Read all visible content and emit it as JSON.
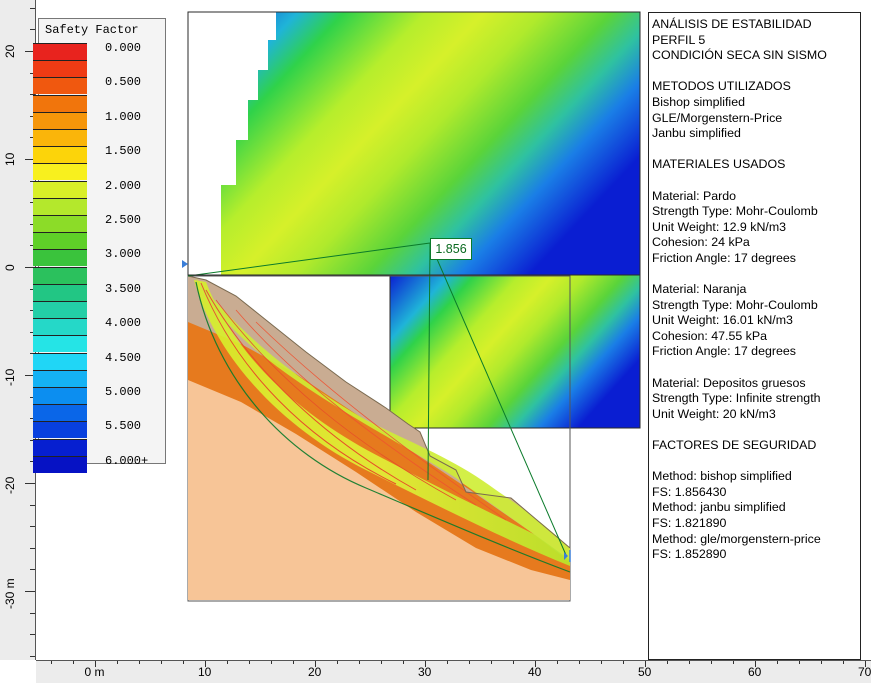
{
  "legend": {
    "title": "Safety Factor",
    "entries": [
      {
        "label": "0.000",
        "color": "#e8231e"
      },
      {
        "label": "",
        "color": "#ef3b14"
      },
      {
        "label": "0.500",
        "color": "#f0580f"
      },
      {
        "label": "",
        "color": "#f1750c"
      },
      {
        "label": "1.000",
        "color": "#f6960a"
      },
      {
        "label": "",
        "color": "#fab50a"
      },
      {
        "label": "1.500",
        "color": "#fcd40a"
      },
      {
        "label": "",
        "color": "#f8f01e"
      },
      {
        "label": "2.000",
        "color": "#d9ef28"
      },
      {
        "label": "",
        "color": "#b4e82c"
      },
      {
        "label": "2.500",
        "color": "#8cdc28"
      },
      {
        "label": "",
        "color": "#5fd028"
      },
      {
        "label": "3.000",
        "color": "#3ac33c"
      },
      {
        "label": "",
        "color": "#2bc15d"
      },
      {
        "label": "3.500",
        "color": "#22c684"
      },
      {
        "label": "",
        "color": "#23cfa7"
      },
      {
        "label": "4.000",
        "color": "#25d8c8"
      },
      {
        "label": "",
        "color": "#25e4e6"
      },
      {
        "label": "4.500",
        "color": "#20d6f6"
      },
      {
        "label": "",
        "color": "#15b2f4"
      },
      {
        "label": "5.000",
        "color": "#0c8ef0"
      },
      {
        "label": "",
        "color": "#0a66e8"
      },
      {
        "label": "5.500",
        "color": "#0840de"
      },
      {
        "label": "",
        "color": "#061fd0"
      },
      {
        "label": "6.000+",
        "color": "#0612c4"
      }
    ]
  },
  "axes": {
    "y_ticks": [
      {
        "label": "20",
        "v": 20
      },
      {
        "label": "10",
        "v": 10
      },
      {
        "label": "0",
        "v": 0
      },
      {
        "label": "-10",
        "v": -10
      },
      {
        "label": "-20",
        "v": -20
      },
      {
        "label": "-30 m",
        "v": -30
      }
    ],
    "x_ticks": [
      {
        "label": "0 m",
        "v": 0
      },
      {
        "label": "10",
        "v": 10
      },
      {
        "label": "20",
        "v": 20
      },
      {
        "label": "30",
        "v": 30
      },
      {
        "label": "40",
        "v": 40
      },
      {
        "label": "50",
        "v": 50
      },
      {
        "label": "60",
        "v": 60
      },
      {
        "label": "70",
        "v": 70
      }
    ]
  },
  "critical_fs_label": "1.856",
  "info": {
    "lines": [
      "ANÁLISIS DE ESTABILIDAD",
      "PERFIL 5",
      "CONDICIÓN SECA SIN SISMO",
      "",
      "METODOS UTILIZADOS",
      "Bishop simplified",
      "GLE/Morgenstern-Price",
      "Janbu simplified",
      "",
      "MATERIALES USADOS",
      "",
      "Material: Pardo",
      "Strength Type: Mohr-Coulomb",
      "Unit Weight: 12.9 kN/m3",
      "Cohesion: 24 kPa",
      "Friction Angle: 17 degrees",
      "",
      "Material: Naranja",
      "Strength Type: Mohr-Coulomb",
      "Unit Weight: 16.01 kN/m3",
      "Cohesion: 47.55 kPa",
      "Friction Angle: 17 degrees",
      "",
      "Material: Depositos gruesos",
      "Strength Type: Infinite strength",
      "Unit Weight: 20 kN/m3",
      "",
      "FACTORES DE SEGURIDAD",
      "",
      "Method: bishop simplified",
      "FS: 1.856430",
      "Method: janbu simplified",
      "FS: 1.821890",
      "Method: gle/morgenstern-price",
      "FS: 1.852890"
    ]
  },
  "colors": {
    "material_pardo": "#c9ac92",
    "material_naranja": "#e67a1e",
    "material_depositos": "#f7c597",
    "grid_blue": "#0a1ed2",
    "grid_green": "#2fd24a",
    "grid_yellow": "#d6f02a",
    "slip_green": "#0a7a2a"
  }
}
